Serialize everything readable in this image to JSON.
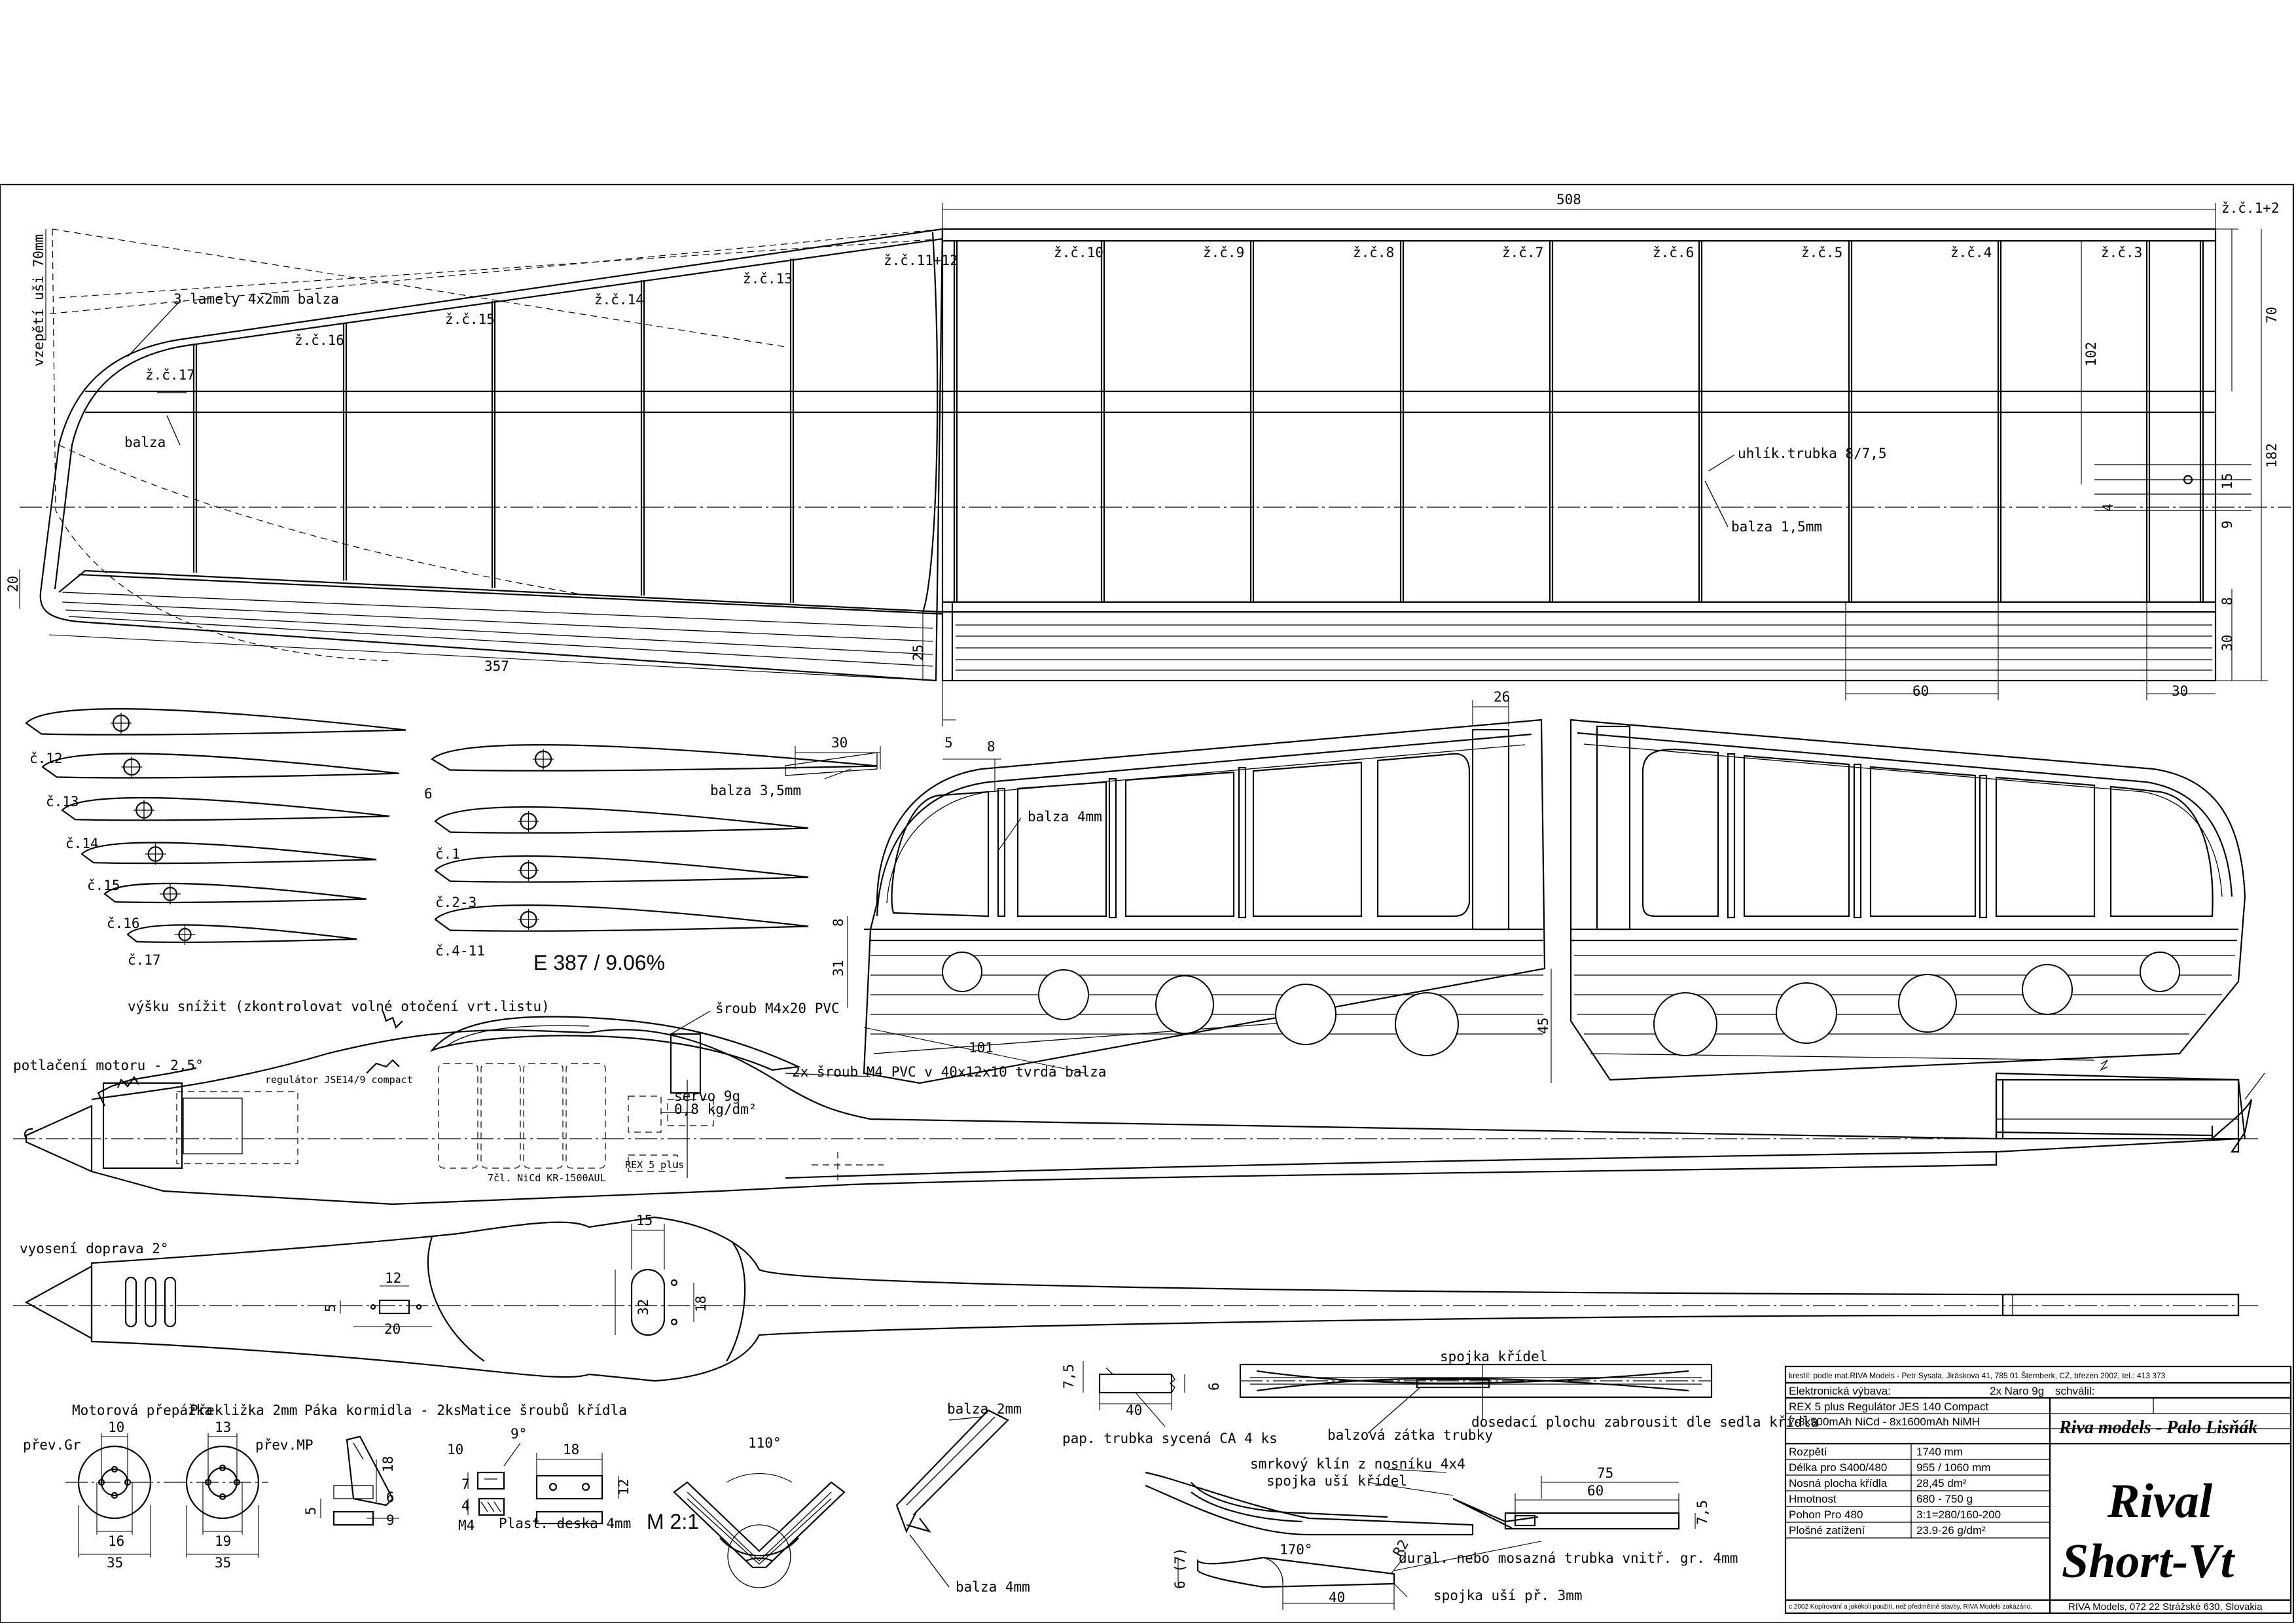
{
  "wing": {
    "span_dim": "508",
    "tip_dim": "357",
    "rib_labels": [
      "ž.č.17",
      "ž.č.16",
      "ž.č.15",
      "ž.č.14",
      "ž.č.13",
      "ž.č.11+12",
      "ž.č.10",
      "ž.č.9",
      "ž.č.8",
      "ž.č.7",
      "ž.č.6",
      "ž.č.5",
      "ž.č.4",
      "ž.č.3",
      "ž.č.1+2"
    ],
    "notes": {
      "lamely": "3 lamely 4x2mm balza",
      "balza": "balza",
      "vzepeti": "vzepětí uši 70mm",
      "uhlik": "uhlík.trubka 8/7,5",
      "balza15": "balza 1,5mm"
    },
    "dims": {
      "d70": "70",
      "d102": "102",
      "d182": "182",
      "d15": "15",
      "d4": "4",
      "d9": "9",
      "d8": "8",
      "d30": "30",
      "d60": "60",
      "d30b": "30",
      "d20": "20",
      "d25": "25"
    }
  },
  "airfoils": {
    "left_labels": [
      "č.12",
      "č.13",
      "č.14",
      "č.15",
      "č.16",
      "č.17"
    ],
    "right_labels": [
      "č.1",
      "č.2-3",
      "č.4-11"
    ],
    "dim30": "30",
    "dim6": "6",
    "balza35": "balza 3,5mm",
    "profile": "E 387  / 9.06%"
  },
  "tail": {
    "d26": "26",
    "d5": "5",
    "d8": "8",
    "d31": "31",
    "d8b": "8",
    "d101": "101",
    "d45": "45",
    "balza4": "balza 4mm"
  },
  "fuselage": {
    "vyska": "výšku snížit (zkontrolovat volné otočení vrt.listu)",
    "potlaceni": "potlačení motoru - 2,5°",
    "regulator": "regulátor JSE14/9 compact",
    "sroub1": "šroub M4x20 PVC",
    "sroub2": "2x šroub M4 PVC v 40x12x10 tvrdá balza",
    "servo": "servo 9g",
    "servo2": "0,8 kg/dm²",
    "rex": "REX 5 plus",
    "nicd": "7čl. NiCd KR-1500AUL",
    "vyoseni": "vyosení doprava 2°",
    "d15": "15",
    "d12": "12",
    "d5": "5",
    "d20": "20",
    "d32": "32",
    "d18": "18"
  },
  "details": {
    "prepazka": "Motorová přepážka",
    "preklizka": "Překližka 2mm",
    "paka": "Páka kormidla - 2ks",
    "matice": "Matice šroubů křídla",
    "prevGr": "přev.Gr",
    "prevMP": "přev.MP",
    "d10": "10",
    "d16": "16",
    "d35": "35",
    "d13": "13",
    "d19": "19",
    "d35b": "35",
    "d18": "18",
    "d6": "6",
    "d9": "9",
    "d5": "5",
    "m10": "10",
    "m9": "9°",
    "m18": "18",
    "m12": "12",
    "m7": "7",
    "m4": "4",
    "mM4": "M4",
    "plast": "Plast. deska 4mm",
    "scale": "M 2:1",
    "angle": "110°",
    "balza2": "balza 2mm",
    "balza4": "balza 4mm"
  },
  "joiner": {
    "d75": "7,5",
    "d40": "40",
    "d6": "6",
    "pap": "pap. trubka sycená CA 4 ks",
    "spojka": "spojka křídel",
    "zatka": "balzová zátka trubky",
    "dosed": "dosedací plochu zabrousit dle sedla křídla",
    "klin": "smrkový klín z nosníku 4x4",
    "spojkaUsi": "spojka uší křídel",
    "d75b": "75",
    "d60": "60",
    "d75c": "7,5",
    "d67": "6 (7)",
    "a170": "170°",
    "r2": "R2",
    "d40b": "40",
    "dural": "dural. nebo mosazná trubka vnitř. gr. 4mm",
    "spojkaPr": "spojka uší př. 3mm"
  },
  "titleblock": {
    "kreslil": "kreslil: podle mat.RIVA Models - Petr Sysala, Jiráskova 41, 785 01 Šternberk, CZ, březen 2002, tel.: 413 373",
    "elektro": "Elektronická výbava:",
    "naro": "2x Naro 9g",
    "schvalil": "schválil:",
    "rex": "REX 5 plus    Regulátor JES 140 Compact",
    "aku": "7-8x500mAh NiCd - 8x1600mAh NiMH",
    "firma": "Riva models - Palo Lisňák",
    "rows": [
      {
        "k": "Rozpětí",
        "v": "1740 mm"
      },
      {
        "k": "Délka pro S400/480",
        "v": "955 / 1060 mm"
      },
      {
        "k": "Nosná plocha křídla",
        "v": "28,45 dm²"
      },
      {
        "k": "Hmotnost",
        "v": "680 - 750 g"
      },
      {
        "k": "Pohon Pro 480",
        "v": "3:1=280/160-200"
      },
      {
        "k": "Plošné zatížení",
        "v": "23.9-26 g/dm²"
      }
    ],
    "title1": "Rival",
    "title2": "Short-Vt",
    "copyright": "c 2002 Kopírování a jakékoli použití, než předmětné stavby. RIVA Models zakázáno.",
    "address": "RIVA Models, 072 22 Strážské 630, Slovakia"
  }
}
